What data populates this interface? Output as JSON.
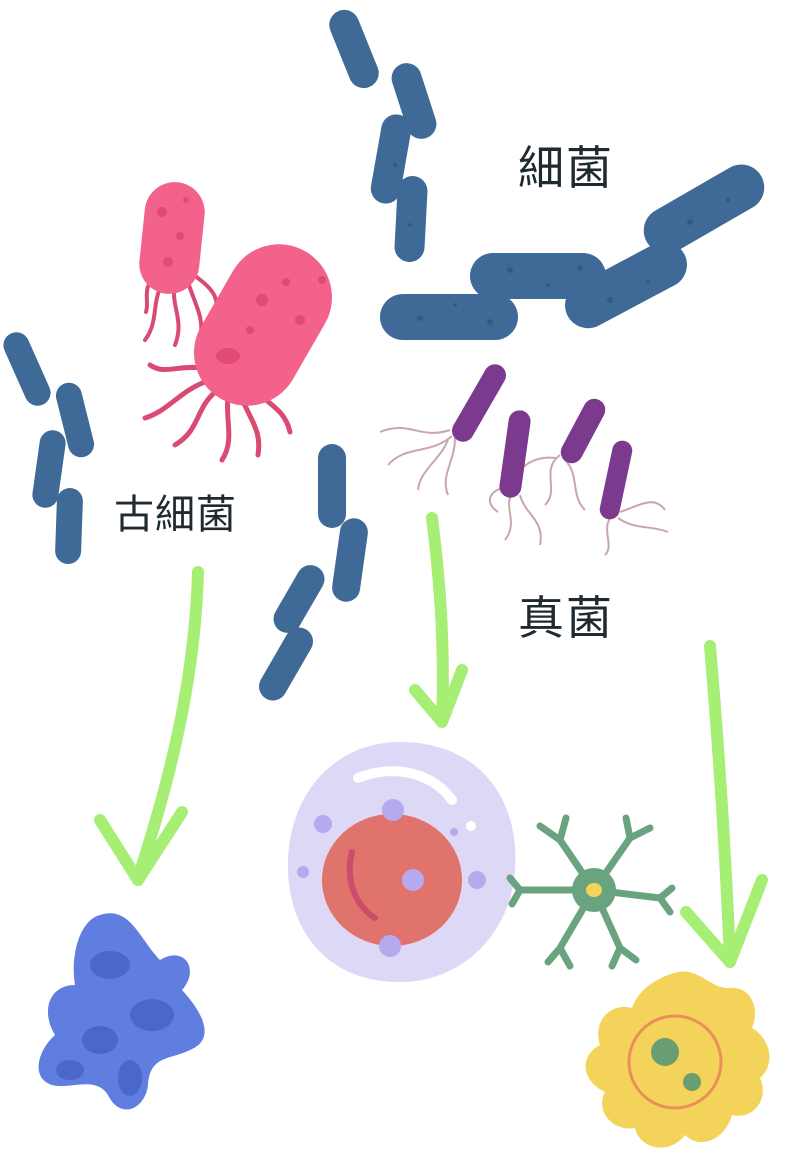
{
  "labels": {
    "bacteria": "細菌",
    "archaea": "古細菌",
    "eukarya": "真菌"
  },
  "colors": {
    "rod_fill": "#3f6996",
    "rod_shade": "#2f5580",
    "pink_cell": "#f2628a",
    "pink_flagella": "#d94b73",
    "purple_cell": "#7c3a8f",
    "purple_flagella": "#c9a6ae",
    "arrow": "#a6ee74",
    "amoeba": "#5f7ee0",
    "cell_membrane": "#ddd8f6",
    "nucleus": "#e0736b",
    "neuron": "#6aa37f",
    "yellow_cell": "#f3d35a"
  },
  "icons": [
    "rod-bacteria-icon",
    "pink-bacterium-icon",
    "spirillum-icon",
    "amoeba-icon",
    "eukaryotic-cell-icon",
    "neuron-icon",
    "yellow-cell-icon",
    "arrow-icon"
  ]
}
